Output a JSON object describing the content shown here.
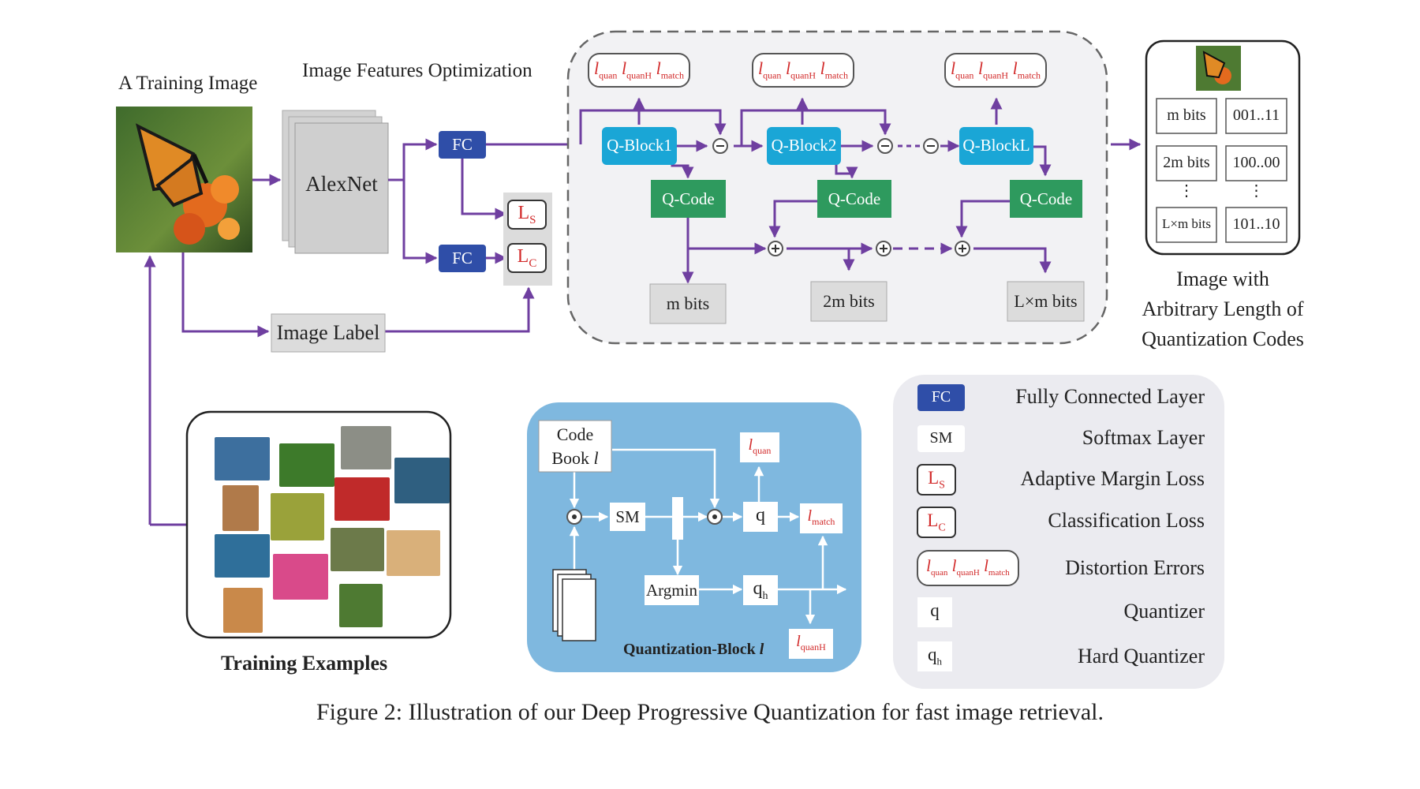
{
  "titles": {
    "training_image": "A Training Image",
    "features_opt": "Image Features Optimization",
    "training_examples": "Training Examples",
    "output_caption": [
      "Image with",
      "Arbitrary Length of",
      "Quantization  Codes"
    ]
  },
  "network": {
    "alexnet": "AlexNet",
    "fc": "FC",
    "ls": {
      "base": "L",
      "sub": "S"
    },
    "lc": {
      "base": "L",
      "sub": "C"
    },
    "image_label": "Image Label"
  },
  "loss": {
    "quan": "quan",
    "quanH": "quanH",
    "match": "match",
    "l": "l"
  },
  "qblocks": [
    "Q-Block1",
    "Q-Block2",
    "Q-BlockL"
  ],
  "qcode": "Q-Code",
  "bits": [
    "m bits",
    "2m bits",
    "L×m bits"
  ],
  "output_table": {
    "rows": [
      {
        "label": "m bits",
        "code": "001..11"
      },
      {
        "label": "2m bits",
        "code": "100..00"
      },
      {
        "label": "L×m bits",
        "code": "101..10"
      }
    ],
    "dots": "⋮"
  },
  "qblock_detail": {
    "codebook_line1": "Code",
    "codebook_line2": "Book",
    "codebook_var": "l",
    "sm": "SM",
    "argmin": "Argmin",
    "q": "q",
    "qh_base": "q",
    "qh_sub": "h",
    "title": "Quantization-Block",
    "title_var": "l"
  },
  "legend": [
    {
      "symbol": "FC",
      "text": "Fully Connected Layer"
    },
    {
      "symbol": "SM",
      "text": "Softmax Layer"
    },
    {
      "symbol": "Ls",
      "text": "Adaptive Margin Loss"
    },
    {
      "symbol": "Lc",
      "text": "Classification Loss"
    },
    {
      "symbol": "loss",
      "text": "Distortion Errors"
    },
    {
      "symbol": "q",
      "text": "Quantizer"
    },
    {
      "symbol": "qh",
      "text": "Hard Quantizer"
    }
  ],
  "caption": "Figure 2: Illustration of our Deep Progressive Quantization for fast image retrieval.",
  "colors": {
    "arrow": "#6f3fa0",
    "fc_blue": "#2f4ea8",
    "qblock_cyan": "#1aa6d6",
    "qcode_green": "#2e9a5e",
    "loss_red": "#d22a2a",
    "detail_bg": "#7fb8df"
  }
}
